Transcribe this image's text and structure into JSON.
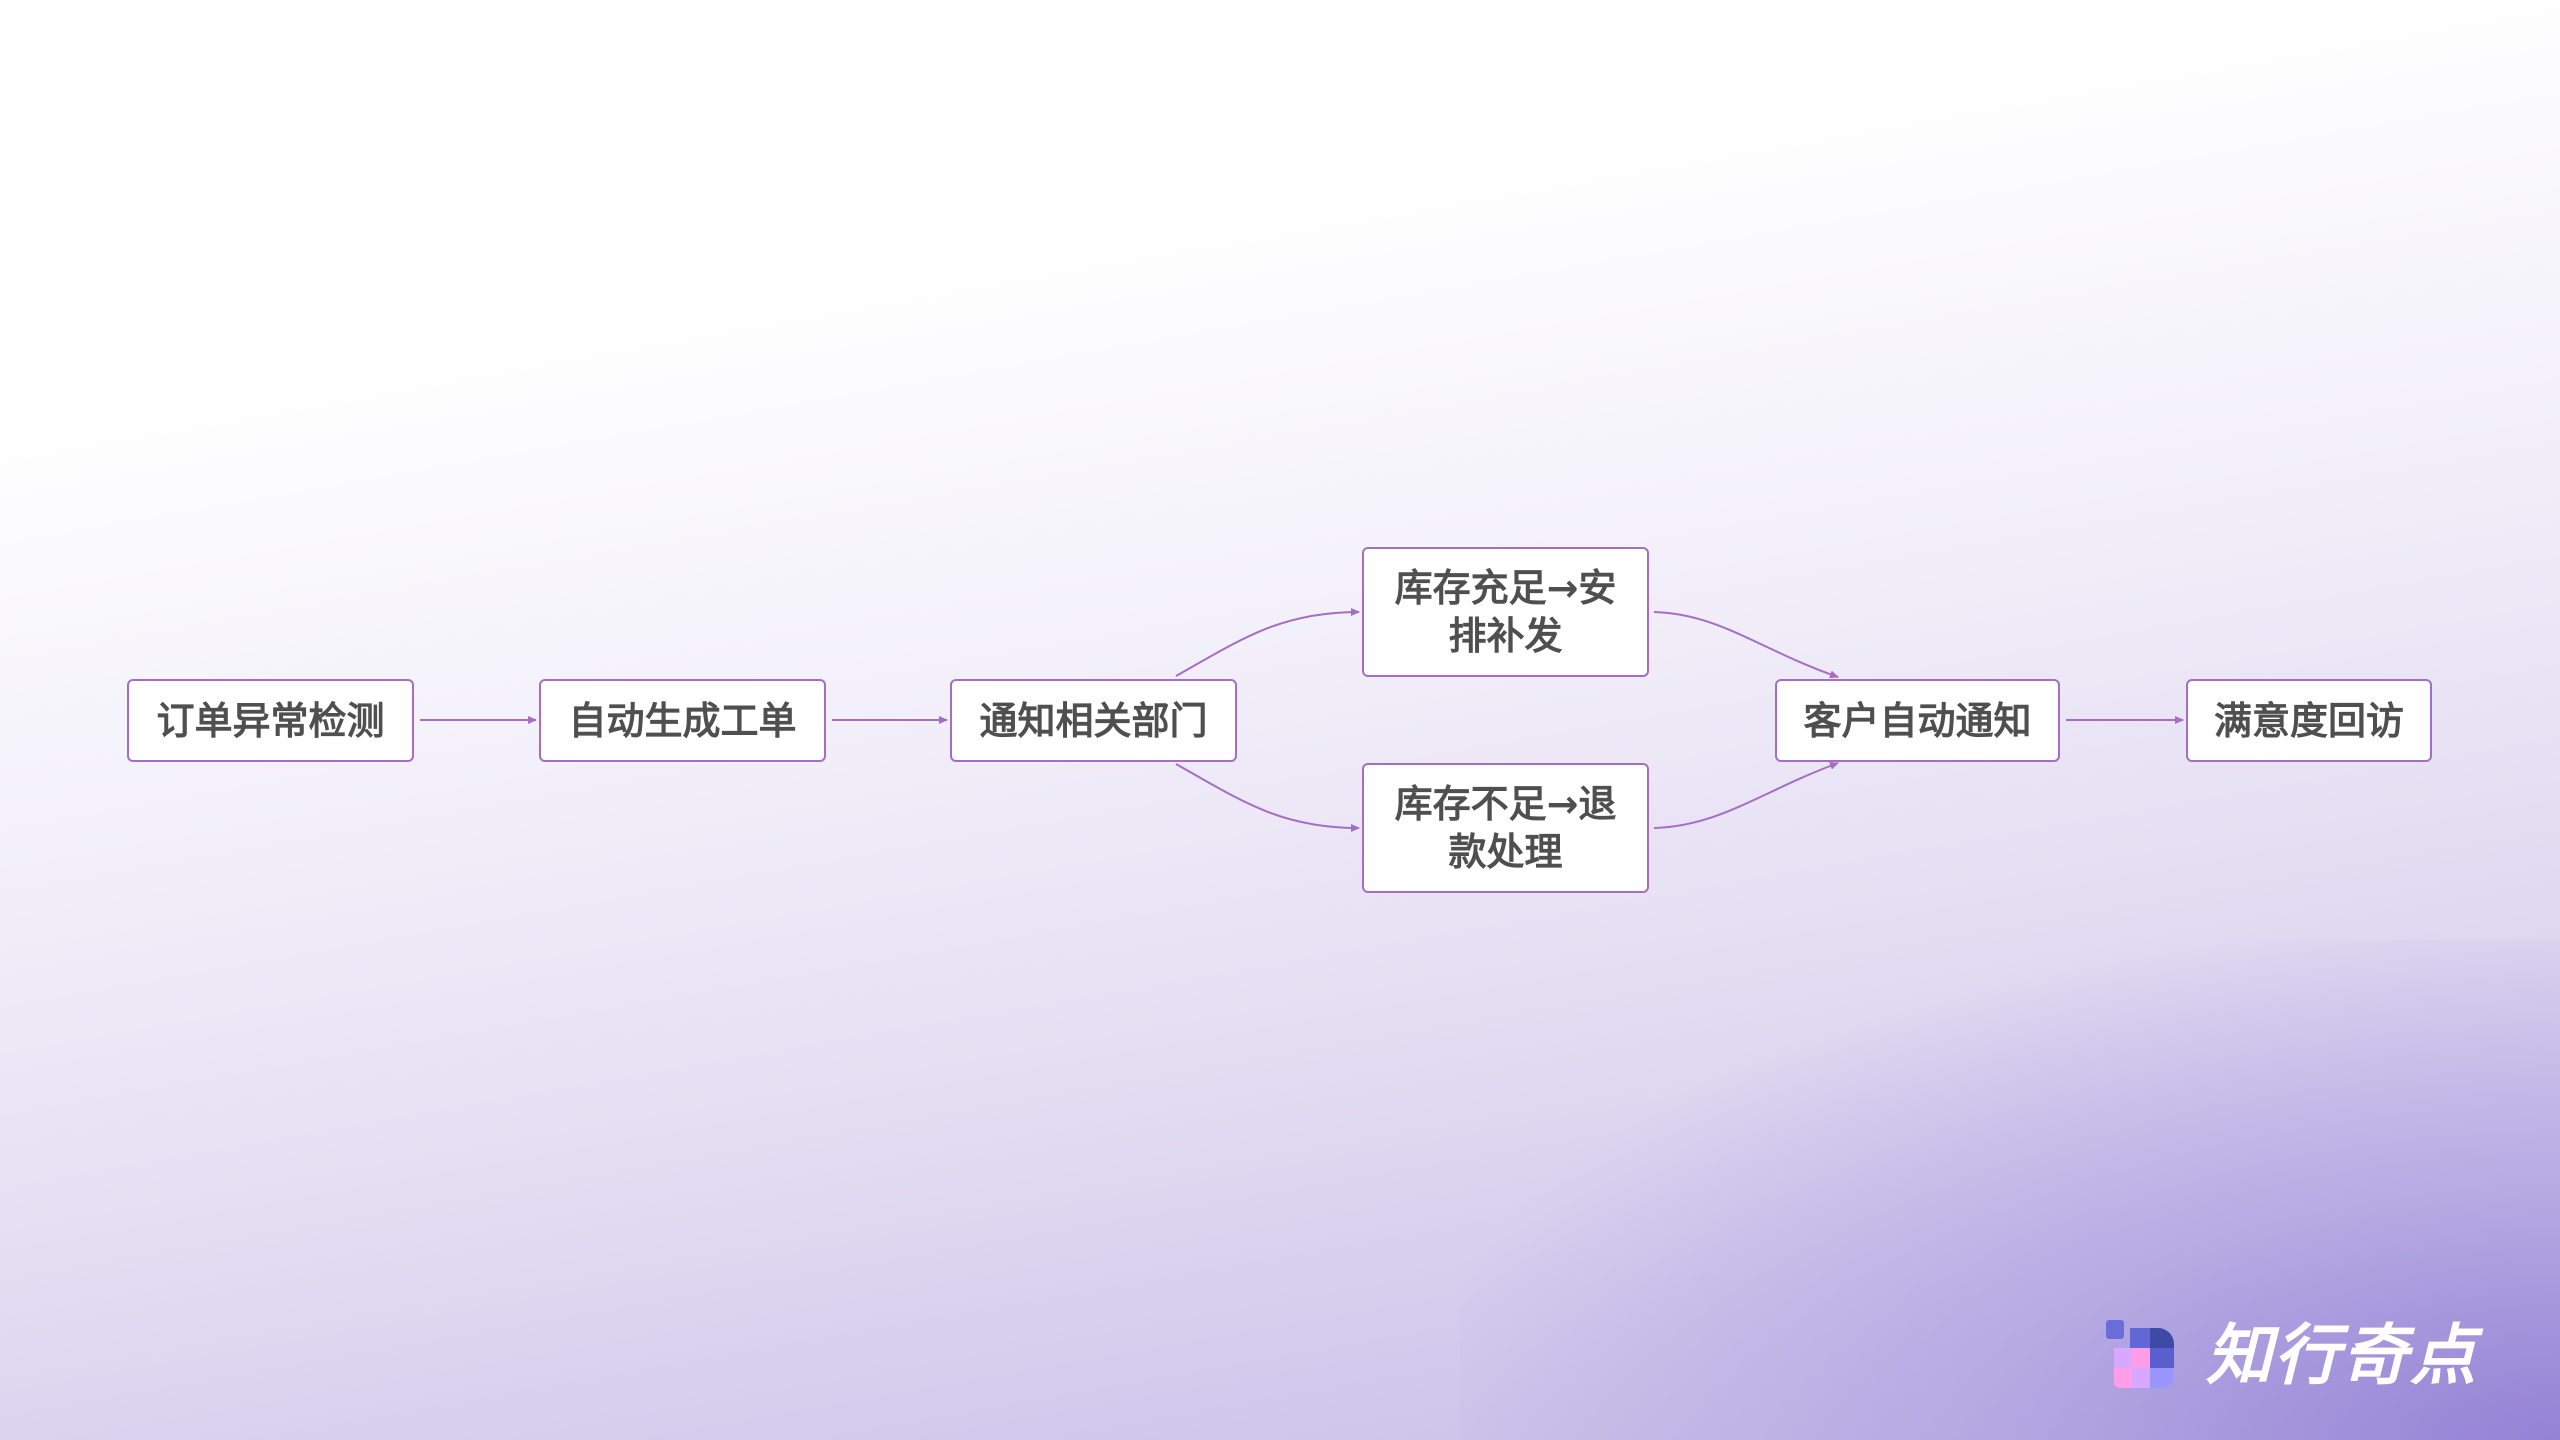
{
  "diagram": {
    "type": "flowchart",
    "nodes": [
      {
        "id": "n1",
        "label": "订单异常检测"
      },
      {
        "id": "n2",
        "label": "自动生成工单"
      },
      {
        "id": "n3",
        "label": "通知相关部门"
      },
      {
        "id": "n4a",
        "label": "库存充足→安排补发"
      },
      {
        "id": "n4b",
        "label": "库存不足→退款处理"
      },
      {
        "id": "n5",
        "label": "客户自动通知"
      },
      {
        "id": "n6",
        "label": "满意度回访"
      }
    ],
    "edges": [
      {
        "from": "n1",
        "to": "n2"
      },
      {
        "from": "n2",
        "to": "n3"
      },
      {
        "from": "n3",
        "to": "n4a"
      },
      {
        "from": "n3",
        "to": "n4b"
      },
      {
        "from": "n4a",
        "to": "n5"
      },
      {
        "from": "n4b",
        "to": "n5"
      },
      {
        "from": "n5",
        "to": "n6"
      }
    ],
    "colors": {
      "border": "#a56dc4",
      "edge": "#a56dc4",
      "text": "#4f4f4f",
      "node_fill": "#ffffff"
    }
  },
  "branding": {
    "logo_text": "知行奇点",
    "logo_icon": "pixel-d-logo-icon",
    "logo_colors": [
      "#6a6fd8",
      "#3d4aa8",
      "#d8a8ff",
      "#ff9ee6",
      "#9a96ff"
    ]
  }
}
